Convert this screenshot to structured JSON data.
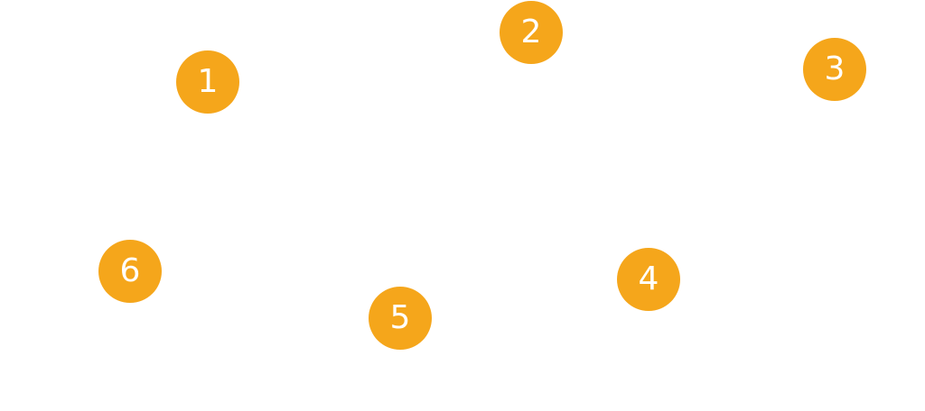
{
  "colors": {
    "background": "#ffffff",
    "badge_fill": "#F5A61B",
    "badge_text": "#ffffff"
  },
  "badges": [
    {
      "label": "1"
    },
    {
      "label": "2"
    },
    {
      "label": "3"
    },
    {
      "label": "4"
    },
    {
      "label": "5"
    },
    {
      "label": "6"
    }
  ]
}
